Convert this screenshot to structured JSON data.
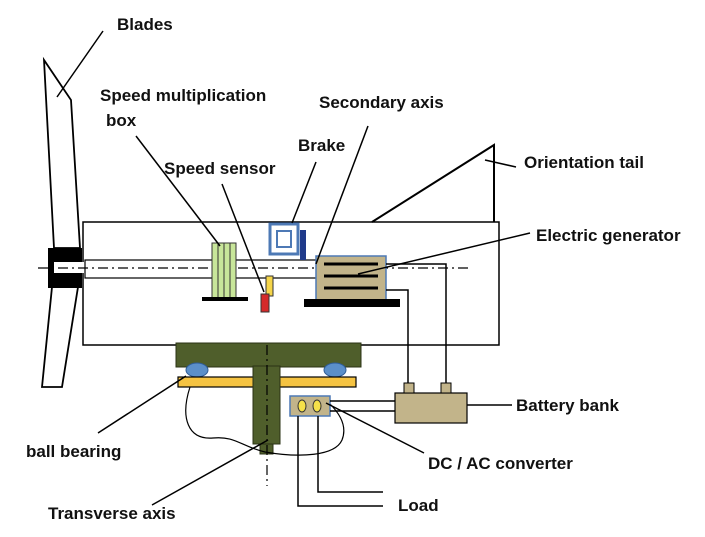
{
  "labels": {
    "blades": "Blades",
    "speed_mult_line1": "Speed multiplication",
    "speed_mult_line2": "box",
    "secondary_axis": "Secondary axis",
    "brake": "Brake",
    "speed_sensor": "Speed sensor",
    "orientation_tail": "Orientation tail",
    "electric_generator": "Electric generator",
    "battery_bank": "Battery bank",
    "ball_bearing": "ball bearing",
    "dc_ac_converter": "DC / AC converter",
    "load": "Load",
    "transverse_axis": "Transverse axis"
  },
  "colors": {
    "outline": "#000000",
    "base_plate": "#4f5e2b",
    "bearing_ring": "#f5c342",
    "ball": "#5b8fc9",
    "gearbox": "#c8e69a",
    "sensor": "#f5d54a",
    "sensor_red": "#d42a2a",
    "brake_frame": "#4d79b5",
    "brake_pad": "#1f3a8a",
    "generator": "#c2b48a",
    "generator_frame": "#4d79b5",
    "battery": "#c2b48a",
    "converter": "#c2b48a",
    "shaft": "#ffffff"
  }
}
